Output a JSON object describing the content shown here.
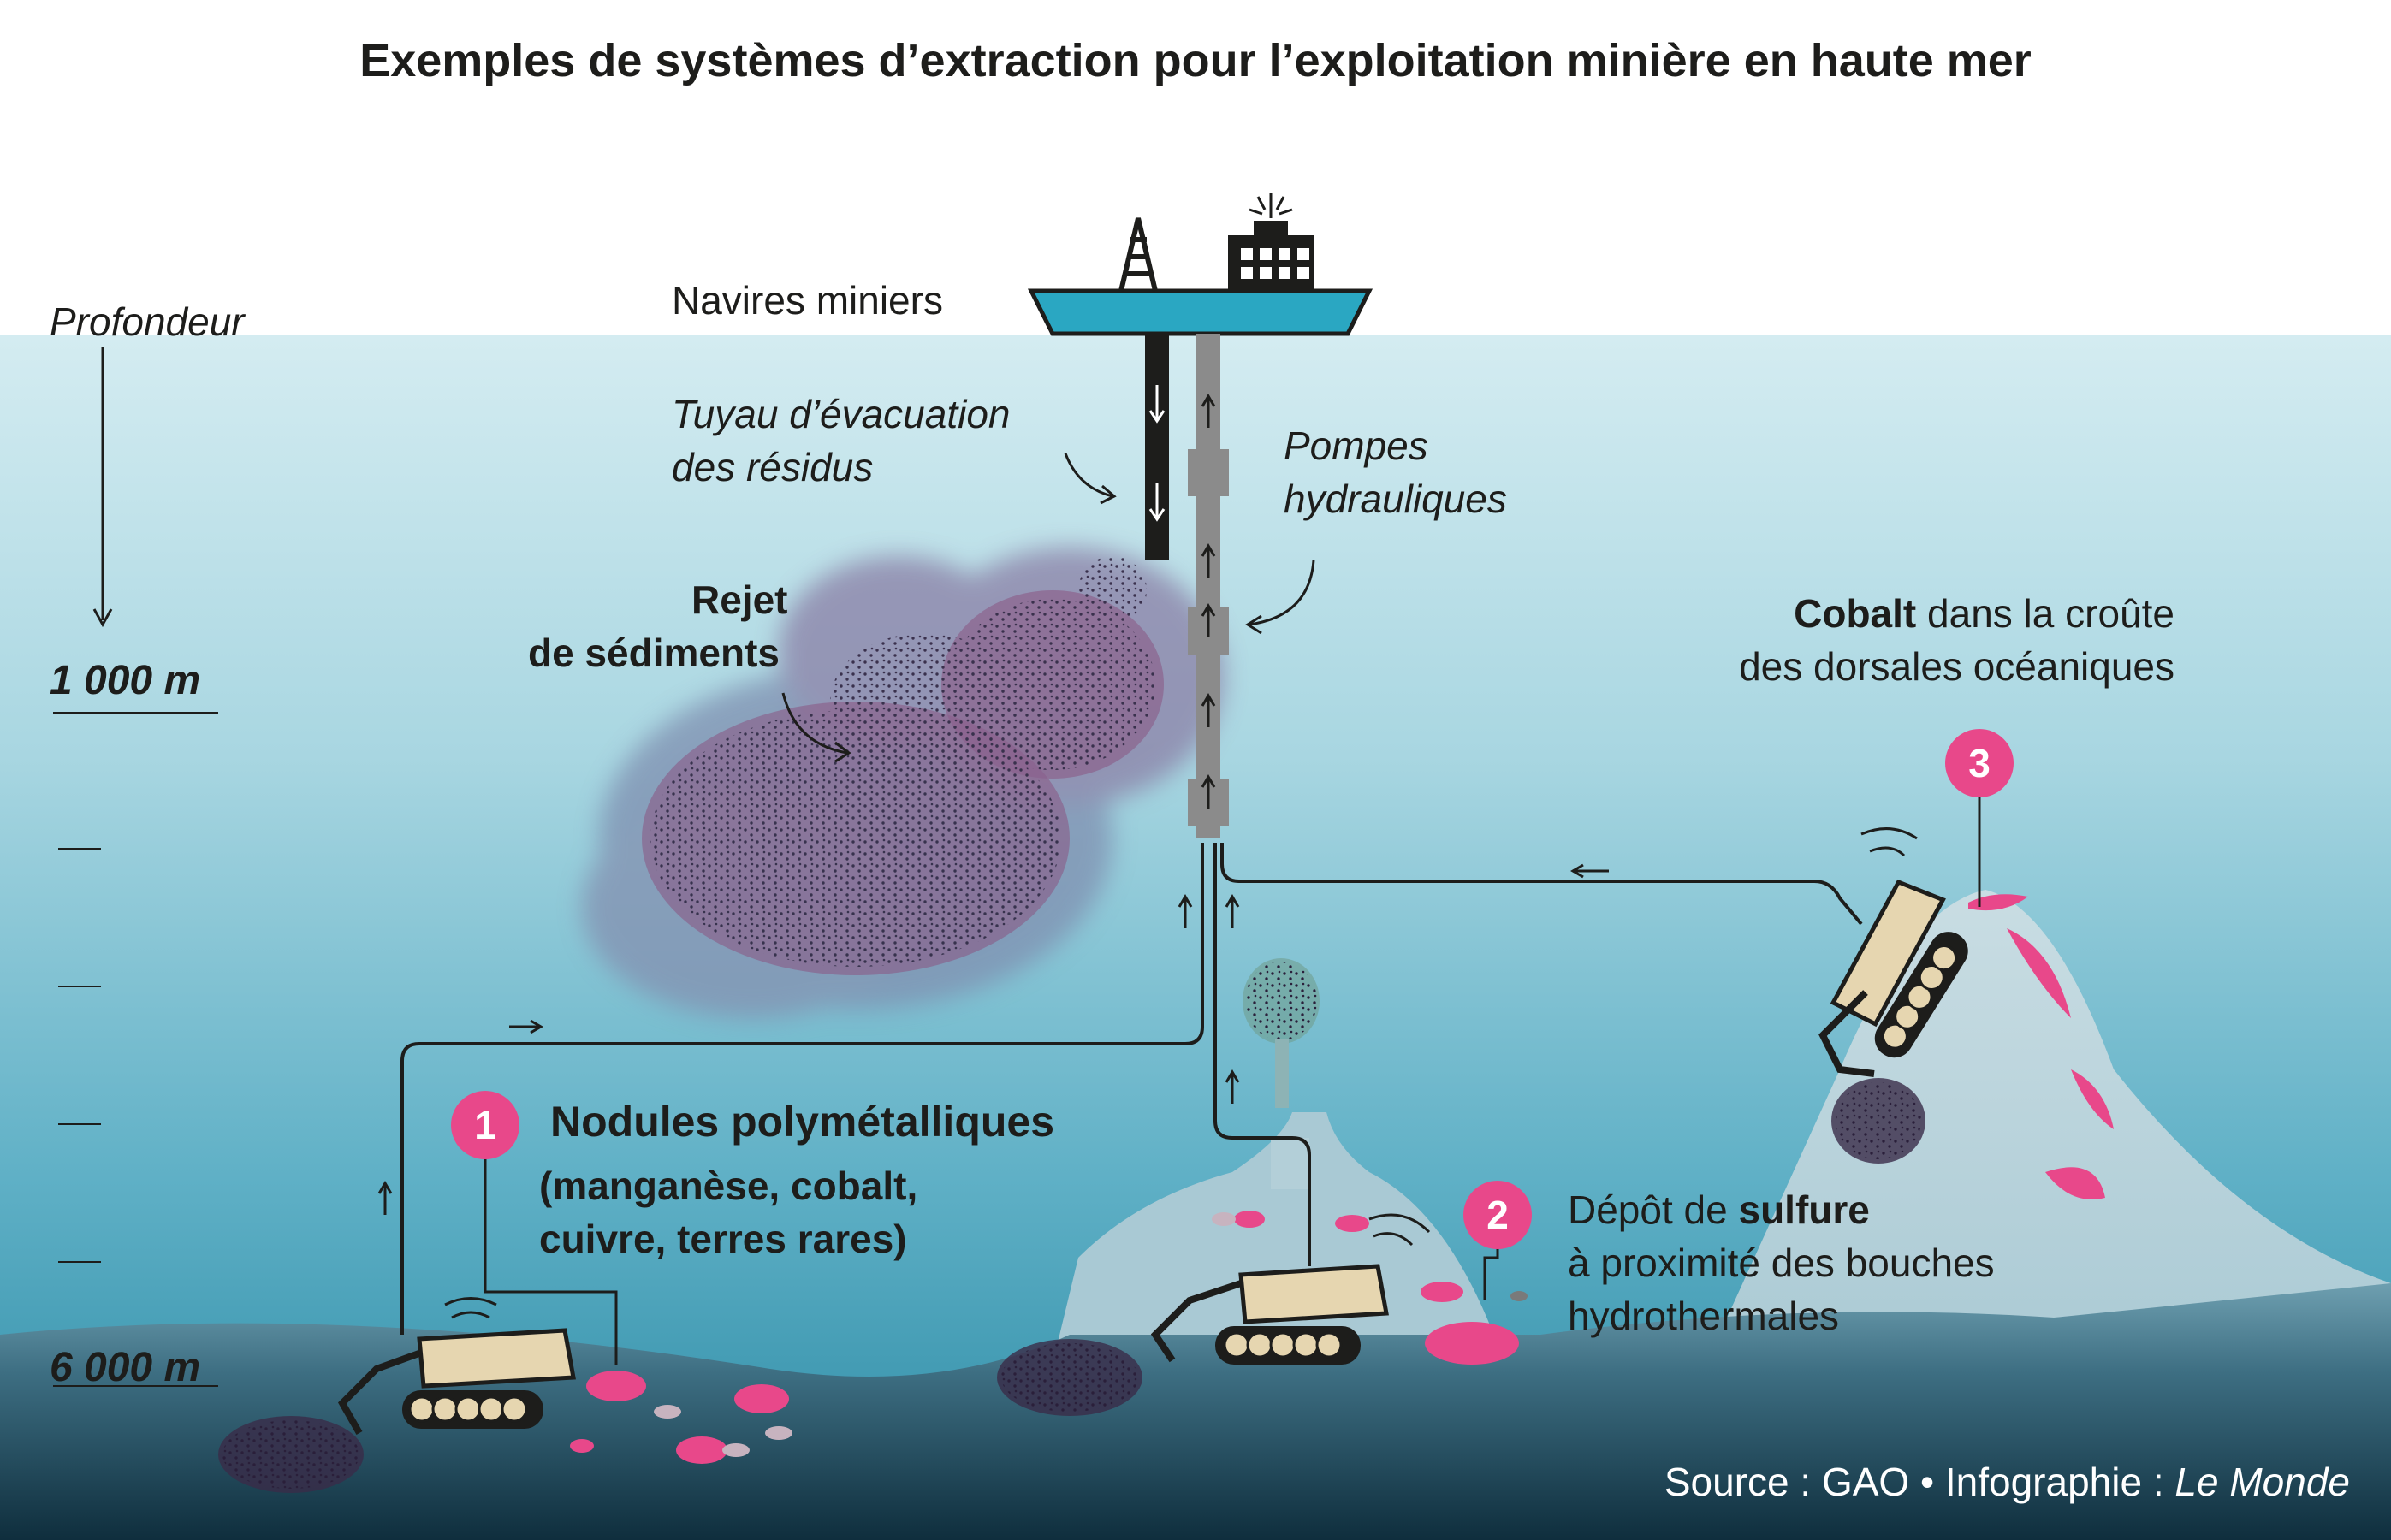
{
  "title": "Exemples de systèmes d’extraction pour l’exploitation minière en haute mer",
  "depth_axis": {
    "label": "Profondeur",
    "tick_top": "1 000 m",
    "tick_bottom": "6 000 m"
  },
  "labels": {
    "ships": "Navires miniers",
    "discharge_pipe_line1": "Tuyau d’évacuation",
    "discharge_pipe_line2": "des résidus",
    "pumps_line1": "Pompes",
    "pumps_line2": "hydrauliques",
    "sediment_line1": "Rejet",
    "sediment_line2": "de sédiments"
  },
  "sites": [
    {
      "number": "1",
      "title": "Nodules polymétalliques",
      "line2": "(manganèse, cobalt,",
      "line3": "cuivre, terres rares)"
    },
    {
      "number": "2",
      "line1_prefix": "Dépôt de ",
      "line1_bold": "sulfure",
      "line2": "à proximité des bouches",
      "line3": "hydrothermales"
    },
    {
      "number": "3",
      "line1_bold": "Cobalt",
      "line1_suffix": " dans la croûte",
      "line2": "des dorsales océaniques"
    }
  ],
  "source": {
    "prefix": "Source : GAO • Infographie : ",
    "publisher": "Le Monde"
  },
  "colors": {
    "sea_top": "#cde8ee",
    "sea_bottom": "#2b8da6",
    "seabed": "#1b3d4f",
    "accent_pink": "#e8488a",
    "sediment_purple": "#8a5a86",
    "ship_teal": "#2aa7c2",
    "vehicle_beige": "#e6d6b0"
  }
}
